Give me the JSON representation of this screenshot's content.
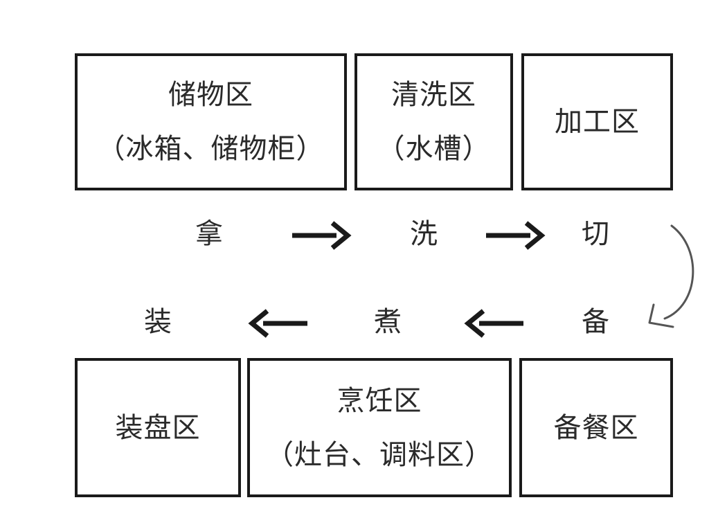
{
  "zones": {
    "storage": {
      "title": "储物区",
      "subtitle": "（冰箱、储物柜）"
    },
    "washing": {
      "title": "清洗区",
      "subtitle": "（水槽）"
    },
    "processing": {
      "title": "加工区"
    },
    "plating": {
      "title": "装盘区"
    },
    "cooking": {
      "title": "烹饪区",
      "subtitle": "（灶台、调料区）"
    },
    "prep": {
      "title": "备餐区"
    }
  },
  "steps": {
    "take": "拿",
    "wash": "洗",
    "cut": "切",
    "prep": "备",
    "cook": "煮",
    "plate": "装"
  },
  "colors": {
    "border": "#1a1a1a",
    "text": "#2a2a2a",
    "curved_arrow": "#555555",
    "background": "#ffffff"
  }
}
